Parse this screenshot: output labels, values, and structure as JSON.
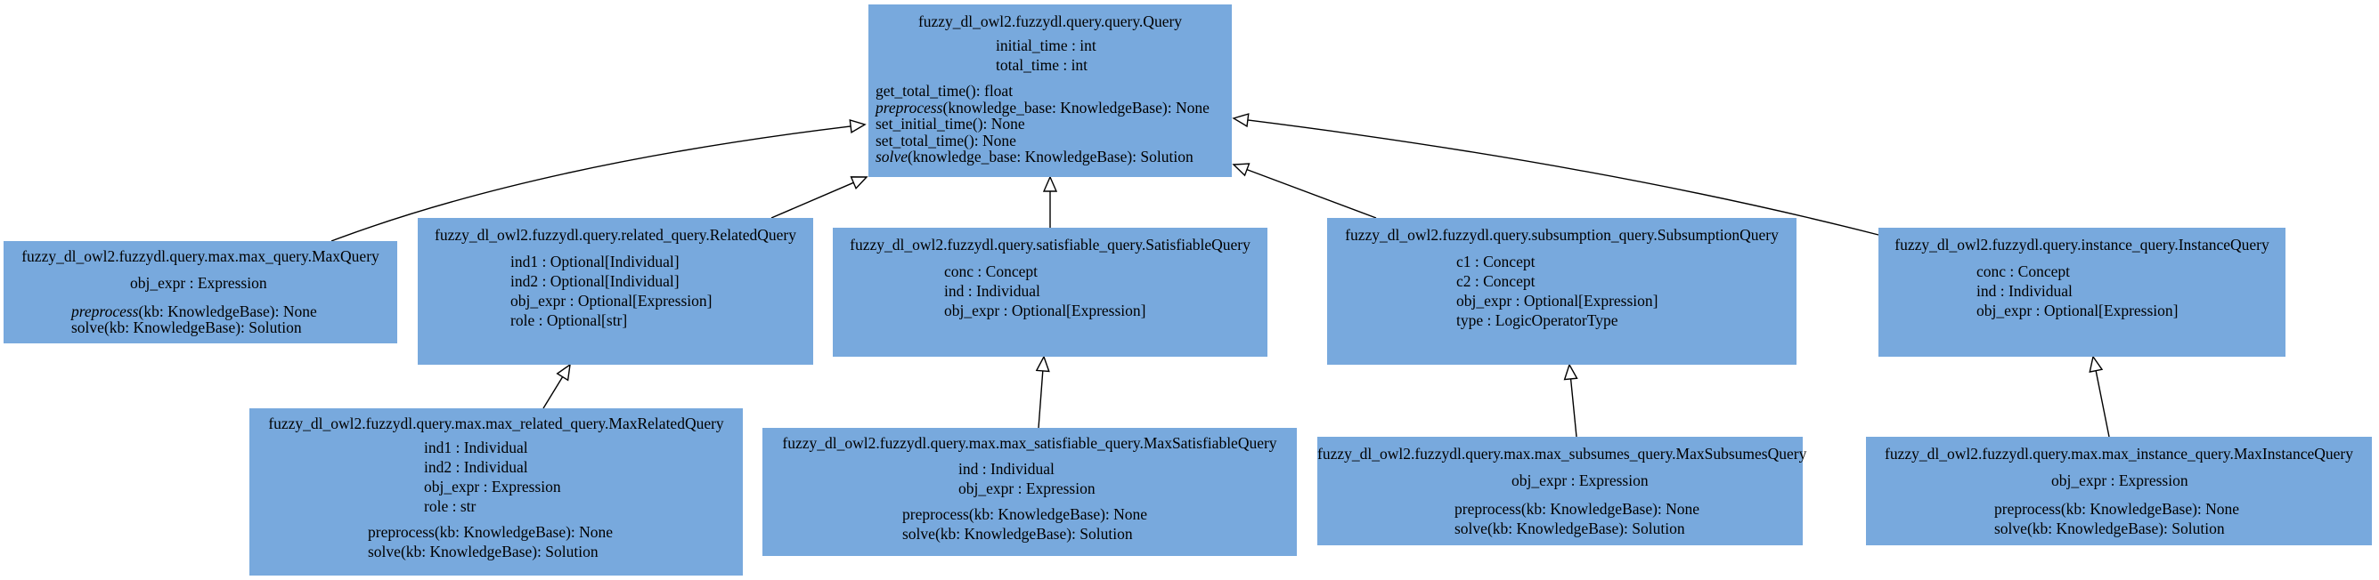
{
  "classes": {
    "query": {
      "name": "fuzzy_dl_owl2.fuzzydl.query.query.Query",
      "attributes": [
        "initial_time : int",
        "total_time : int"
      ],
      "methods": [
        {
          "name": "get_total_time",
          "sig": "(): float",
          "abstract": false
        },
        {
          "name": "preprocess",
          "sig": "(knowledge_base: KnowledgeBase): None",
          "abstract": true
        },
        {
          "name": "set_initial_time",
          "sig": "(): None",
          "abstract": false
        },
        {
          "name": "set_total_time",
          "sig": "(): None",
          "abstract": false
        },
        {
          "name": "solve",
          "sig": "(knowledge_base: KnowledgeBase): Solution",
          "abstract": true
        }
      ]
    },
    "max_query": {
      "name": "fuzzy_dl_owl2.fuzzydl.query.max.max_query.MaxQuery",
      "attributes": [
        "obj_expr : Expression"
      ],
      "methods": [
        {
          "name": "preprocess",
          "sig": "(kb: KnowledgeBase): None",
          "abstract": true
        },
        {
          "name": "solve",
          "sig": "(kb: KnowledgeBase): Solution",
          "abstract": false
        }
      ]
    },
    "related_query": {
      "name": "fuzzy_dl_owl2.fuzzydl.query.related_query.RelatedQuery",
      "attributes": [
        "ind1 : Optional[Individual]",
        "ind2 : Optional[Individual]",
        "obj_expr : Optional[Expression]",
        "role : Optional[str]"
      ],
      "methods": []
    },
    "satisfiable_query": {
      "name": "fuzzy_dl_owl2.fuzzydl.query.satisfiable_query.SatisfiableQuery",
      "attributes": [
        "conc : Concept",
        "ind : Individual",
        "obj_expr : Optional[Expression]"
      ],
      "methods": []
    },
    "subsumption_query": {
      "name": "fuzzy_dl_owl2.fuzzydl.query.subsumption_query.SubsumptionQuery",
      "attributes": [
        "c1 : Concept",
        "c2 : Concept",
        "obj_expr : Optional[Expression]",
        "type : LogicOperatorType"
      ],
      "methods": []
    },
    "instance_query": {
      "name": "fuzzy_dl_owl2.fuzzydl.query.instance_query.InstanceQuery",
      "attributes": [
        "conc : Concept",
        "ind : Individual",
        "obj_expr : Optional[Expression]"
      ],
      "methods": []
    },
    "max_related_query": {
      "name": "fuzzy_dl_owl2.fuzzydl.query.max.max_related_query.MaxRelatedQuery",
      "attributes": [
        "ind1 : Individual",
        "ind2 : Individual",
        "obj_expr : Expression",
        "role : str"
      ],
      "methods": [
        {
          "name": "preprocess",
          "sig": "(kb: KnowledgeBase): None",
          "abstract": false
        },
        {
          "name": "solve",
          "sig": "(kb: KnowledgeBase): Solution",
          "abstract": false
        }
      ]
    },
    "max_satisfiable_query": {
      "name": "fuzzy_dl_owl2.fuzzydl.query.max.max_satisfiable_query.MaxSatisfiableQuery",
      "attributes": [
        "ind : Individual",
        "obj_expr : Expression"
      ],
      "methods": [
        {
          "name": "preprocess",
          "sig": "(kb: KnowledgeBase): None",
          "abstract": false
        },
        {
          "name": "solve",
          "sig": "(kb: KnowledgeBase): Solution",
          "abstract": false
        }
      ]
    },
    "max_subsumes_query": {
      "name": "fuzzy_dl_owl2.fuzzydl.query.max.max_subsumes_query.MaxSubsumesQuery",
      "attributes": [
        "obj_expr : Expression"
      ],
      "methods": [
        {
          "name": "preprocess",
          "sig": "(kb: KnowledgeBase): None",
          "abstract": false
        },
        {
          "name": "solve",
          "sig": "(kb: KnowledgeBase): Solution",
          "abstract": false
        }
      ]
    },
    "max_instance_query": {
      "name": "fuzzy_dl_owl2.fuzzydl.query.max.max_instance_query.MaxInstanceQuery",
      "attributes": [
        "obj_expr : Expression"
      ],
      "methods": [
        {
          "name": "preprocess",
          "sig": "(kb: KnowledgeBase): None",
          "abstract": false
        },
        {
          "name": "solve",
          "sig": "(kb: KnowledgeBase): Solution",
          "abstract": false
        }
      ]
    }
  },
  "inheritance": [
    {
      "child": "max_query",
      "parent": "query"
    },
    {
      "child": "related_query",
      "parent": "query"
    },
    {
      "child": "satisfiable_query",
      "parent": "query"
    },
    {
      "child": "subsumption_query",
      "parent": "query"
    },
    {
      "child": "instance_query",
      "parent": "query"
    },
    {
      "child": "max_related_query",
      "parent": "related_query"
    },
    {
      "child": "max_satisfiable_query",
      "parent": "satisfiable_query"
    },
    {
      "child": "max_subsumes_query",
      "parent": "subsumption_query"
    },
    {
      "child": "max_instance_query",
      "parent": "instance_query"
    }
  ],
  "colors": {
    "node_fill": "#78a9dd",
    "edge": "#000000",
    "background": "#ffffff"
  }
}
